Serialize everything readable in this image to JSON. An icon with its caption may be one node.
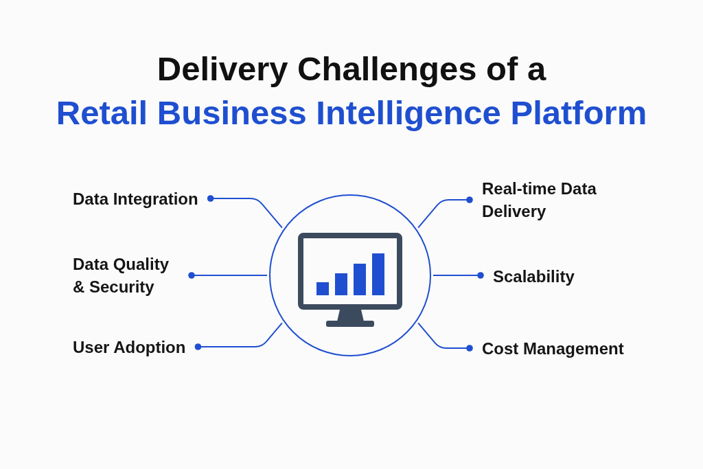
{
  "diagram": {
    "title": "Delivery Challenges of a Retail Business Intelligence Platform",
    "nodes": [
      {
        "text": [],
        "shape": "circle"
      },
      {
        "text": [
          "Data Integration"
        ]
      },
      {
        "text": [
          "Real-time Data Delivery"
        ]
      },
      {
        "text": [
          "Data Quality & Security"
        ]
      },
      {
        "text": [
          "Scalability"
        ]
      },
      {
        "text": [
          "User Adoption"
        ]
      },
      {
        "text": [
          "Cost Management"
        ]
      }
    ],
    "edges": [
      {
        "from": 0,
        "to": 1,
        "arrow": "other"
      },
      {
        "from": 0,
        "to": 2,
        "arrow": "other"
      },
      {
        "from": 0,
        "to": 3,
        "arrow": "other"
      },
      {
        "from": 0,
        "to": 4,
        "arrow": "other"
      },
      {
        "from": 0,
        "to": 5,
        "arrow": "other"
      },
      {
        "from": 0,
        "to": 6,
        "arrow": "other"
      }
    ]
  }
}
